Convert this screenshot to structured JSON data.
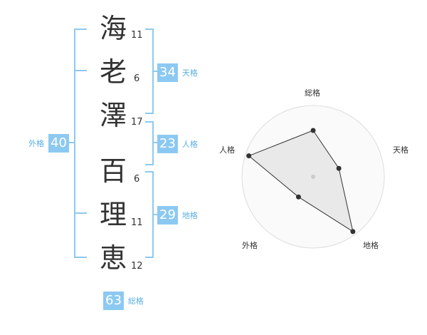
{
  "name": {
    "surname": [
      {
        "char": "海",
        "strokes": "11"
      },
      {
        "char": "老",
        "strokes": "6"
      },
      {
        "char": "澤",
        "strokes": "17"
      }
    ],
    "given": [
      {
        "char": "百",
        "strokes": "6"
      },
      {
        "char": "理",
        "strokes": "11"
      },
      {
        "char": "恵",
        "strokes": "12"
      }
    ]
  },
  "scores": {
    "tenkaku": {
      "value": "34",
      "label": "天格"
    },
    "jinkaku": {
      "value": "23",
      "label": "人格"
    },
    "chikaku": {
      "value": "29",
      "label": "地格"
    },
    "gaikaku": {
      "value": "40",
      "label": "外格"
    },
    "soukaku": {
      "value": "63",
      "label": "総格"
    }
  },
  "radar": {
    "axes": [
      "総格",
      "天格",
      "地格",
      "外格",
      "人格"
    ],
    "values": [
      0.65,
      0.38,
      0.95,
      0.35,
      0.95
    ],
    "levels": 4
  }
}
